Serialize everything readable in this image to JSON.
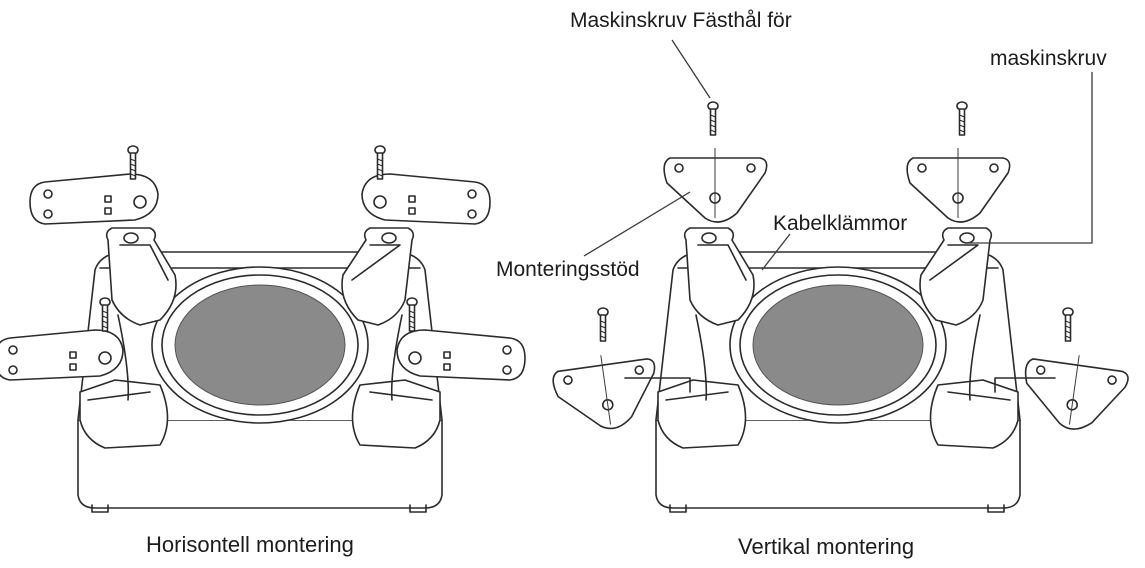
{
  "labels": {
    "machine_screw_hole": "Maskinskruv Fästhål för",
    "machine_screw": "maskinskruv",
    "cable_clamps": "Kabelklämmor",
    "mounting_bracket": "Monteringsstöd"
  },
  "captions": {
    "horizontal": "Horisontell montering",
    "vertical": "Vertikal montering"
  }
}
